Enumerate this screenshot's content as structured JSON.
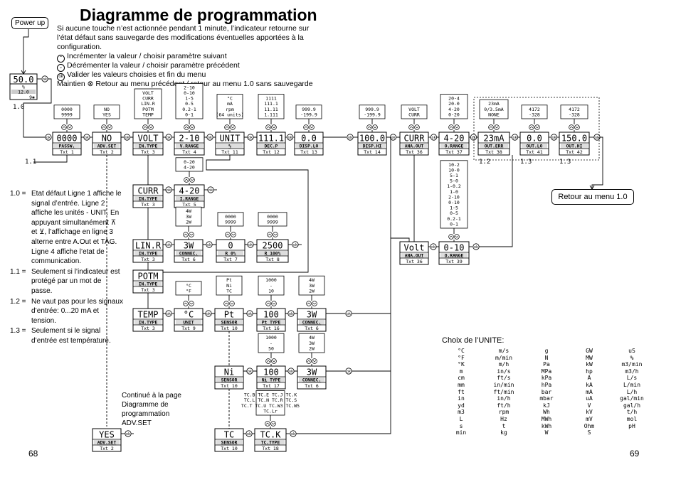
{
  "title": "Diagramme de programmation",
  "intro": [
    "Si aucune touche n’est actionnée pendant 1 minute, l’indicateur retourne sur",
    "l’état défaut sans sauvegarde des modifications éventuelles apportées à la",
    "configuration."
  ],
  "keys": {
    "up": "Incrémenter la valeur / choisir paramètre suivant",
    "down": "Décrémenter la valeur / choisir paramètre précédent",
    "ok": "Valider les valeurs choisies et fin du menu",
    "hold": "Maintien ⊗ Retour au menu précédent / retour au menu 1.0 sans sauvegarde"
  },
  "power_up": "Power up",
  "retour": "Retour au menu 1.0",
  "continue_note": "Continué à la page Diagramme de programmation ADV.SET",
  "notes": [
    {
      "key": "1.0 =",
      "text": "Etat défaut Ligne 1 affiche le signal d’entrée. Ligne 2 affiche les unités - UNIT. En appuyant simultanément ⊼ et ⊻, l’affichage en ligne 3 alterne entre A.Out et TAG. Ligne 4 affiche l’etat de communication."
    },
    {
      "key": "1.1 =",
      "text": "Seulement si l’indicateur est protégé par un mot de passe."
    },
    {
      "key": "1.2 =",
      "text": "Ne vaut pas pour les signaux d’entrée: 0...20 mA et tension."
    },
    {
      "key": "1.3 =",
      "text": "Seulement si le signal d’entrée est température."
    }
  ],
  "unites_title": "Choix de l’UNITE:",
  "unites": [
    [
      "°C",
      "°F",
      "°K",
      "m",
      "cm",
      "mm",
      "ft",
      "in",
      "yd",
      "m3",
      "L",
      "s",
      "min"
    ],
    [
      "m/s",
      "m/min",
      "m/h",
      "in/s",
      "ft/s",
      "in/min",
      "ft/min",
      "in/h",
      "ft/h",
      "rpm",
      "Hz",
      "t",
      "kg"
    ],
    [
      "g",
      "N",
      "Pa",
      "MPa",
      "kPa",
      "hPa",
      "bar",
      "mbar",
      "kJ",
      "Wh",
      "MWh",
      "kWh",
      "W"
    ],
    [
      "GW",
      "MW",
      "kW",
      "hp",
      "A",
      "kA",
      "mA",
      "uA",
      "V",
      "kV",
      "mV",
      "Ohm",
      "S"
    ],
    [
      "uS",
      "%",
      "m3/min",
      "m3/h",
      "L/s",
      "L/min",
      "L/h",
      "gal/min",
      "gal/h",
      "t/h",
      "mol",
      "pH",
      ""
    ]
  ],
  "page_left": "68",
  "page_right": "69",
  "ref_labels": {
    "r10": "1.0",
    "r11": "1.1",
    "r12": "1.2",
    "r13a": "1.3",
    "r13b": "1.3"
  },
  "default_display": {
    "value": "50.0",
    "unit": "%",
    "aout": "12.0",
    "comm": "9✱"
  },
  "menus": [
    {
      "id": "passw",
      "val": "0000",
      "lbl": "PASSW.",
      "txt": "Txt 1"
    },
    {
      "id": "advset",
      "val": "NO",
      "lbl": "ADV.SET",
      "txt": "Txt 2"
    },
    {
      "id": "volt",
      "val": "VOLT",
      "lbl": "IN.TYPE",
      "txt": "Txt 3"
    },
    {
      "id": "vrange",
      "val": "2-10",
      "lbl": "V.RANGE",
      "txt": "Txt 4"
    },
    {
      "id": "unit",
      "val": "UNIT",
      "lbl": "%",
      "txt": "Txt 11"
    },
    {
      "id": "decp",
      "val": "111.1",
      "lbl": "DEC.P",
      "txt": "Txt 12"
    },
    {
      "id": "displo",
      "val": "0.0",
      "lbl": "DISP.LO",
      "txt": "Txt 13"
    },
    {
      "id": "disphi",
      "val": "100.0",
      "lbl": "DISP.HI",
      "txt": "Txt 14"
    },
    {
      "id": "anaout",
      "val": "CURR",
      "lbl": "ANA.OUT",
      "txt": "Txt 36"
    },
    {
      "id": "orange",
      "val": "4-20",
      "lbl": "O.RANGE",
      "txt": "Txt 37"
    },
    {
      "id": "outerr",
      "val": "23mA",
      "lbl": "OUT.ERR",
      "txt": "Txt 38"
    },
    {
      "id": "outlo",
      "val": "0.0",
      "lbl": "OUT.LO",
      "txt": "Txt 41"
    },
    {
      "id": "outhi",
      "val": "150.0",
      "lbl": "OUT.HI",
      "txt": "Txt 42"
    },
    {
      "id": "curr",
      "val": "CURR",
      "lbl": "IN.TYPE",
      "txt": "Txt 3"
    },
    {
      "id": "irange",
      "val": "4-20",
      "lbl": "I.RANGE",
      "txt": "Txt 5"
    },
    {
      "id": "linr",
      "val": "LIN.R",
      "lbl": "IN.TYPE",
      "txt": "Txt 3"
    },
    {
      "id": "connec1",
      "val": "3W",
      "lbl": "CONNEC.",
      "txt": "Txt 6"
    },
    {
      "id": "r0",
      "val": "0",
      "lbl": "R 0%",
      "txt": "Txt 7"
    },
    {
      "id": "r100",
      "val": "2500",
      "lbl": "R 100%",
      "txt": "Txt 8"
    },
    {
      "id": "potm",
      "val": "POTM",
      "lbl": "IN.TYPE",
      "txt": "Txt 3"
    },
    {
      "id": "temp",
      "val": "TEMP",
      "lbl": "IN.TYPE",
      "txt": "Txt 3"
    },
    {
      "id": "tunit",
      "val": "°C",
      "lbl": "UNIT",
      "txt": "Txt 9"
    },
    {
      "id": "sensor1",
      "val": "Pt",
      "lbl": "SENSOR",
      "txt": "Txt 10"
    },
    {
      "id": "pttype",
      "val": "100",
      "lbl": "Pt TYPE",
      "txt": "Txt 16"
    },
    {
      "id": "connec2",
      "val": "3W",
      "lbl": "CONNEC.",
      "txt": "Txt 6"
    },
    {
      "id": "sensor2",
      "val": "Ni",
      "lbl": "SENSOR",
      "txt": "Txt 10"
    },
    {
      "id": "nitype",
      "val": "100",
      "lbl": "Ni TYPE",
      "txt": "Txt 17"
    },
    {
      "id": "connec3",
      "val": "3W",
      "lbl": "CONNEC.",
      "txt": "Txt 6"
    },
    {
      "id": "sensor3",
      "val": "TC",
      "lbl": "SENSOR",
      "txt": "Txt 10"
    },
    {
      "id": "tctype",
      "val": "TC.K",
      "lbl": "TC.TYPE",
      "txt": "Txt 18"
    },
    {
      "id": "advyes",
      "val": "YES",
      "lbl": "ADV.SET",
      "txt": "Txt 2"
    },
    {
      "id": "volt2",
      "val": "Volt",
      "lbl": "ANA.OUT",
      "txt": "Txt 36"
    },
    {
      "id": "orange2",
      "val": "0-10",
      "lbl": "O.RANGE",
      "txt": "Txt 39"
    }
  ],
  "options": {
    "passw": [
      "0000",
      "9999"
    ],
    "advset": [
      "NO",
      "YES"
    ],
    "volt": [
      "VOLT",
      "CURR",
      "LIN.R",
      "POTM",
      "TEMP"
    ],
    "vrange": [
      "2-10",
      "0-10",
      "1-5",
      "0-5",
      "0.2-1",
      "0-1"
    ],
    "unit": [
      "°C",
      "mA",
      "rpm",
      "(64 units)"
    ],
    "decp": [
      "1111",
      "111.1",
      "11.11",
      "1.111"
    ],
    "displo": [
      "999.9",
      "-199.9"
    ],
    "disphi": [
      "999.9",
      "-199.9"
    ],
    "anaout": [
      "VOLT",
      "CURR"
    ],
    "orange": [
      "20-4",
      "20-0",
      "4-20",
      "0-20"
    ],
    "outerr": [
      "23mA",
      "0/3.5mA",
      "NONE"
    ],
    "outlo": [
      "4172",
      "-328"
    ],
    "outhi": [
      "4172",
      "-328"
    ],
    "irange": [
      "0-20",
      "4-20"
    ],
    "connec1": [
      "4W",
      "3W",
      "2W"
    ],
    "r0": [
      "0000",
      "9999"
    ],
    "r100": [
      "0000",
      "9999"
    ],
    "tunit": [
      "°C",
      "°F"
    ],
    "sensor1": [
      "Pt",
      "Ni",
      "TC"
    ],
    "pttype": [
      "1000",
      "-",
      "10"
    ],
    "connec2": [
      "4W",
      "3W",
      "2W"
    ],
    "nitype": [
      "1000",
      "-",
      "50"
    ],
    "connec3": [
      "4W",
      "3W",
      "2W"
    ],
    "tctype": [
      "TC.B TC.E TC.J TC.K",
      "TC.L TC.N TC.R TC.S",
      "TC.T TC.U TC.W3 TC.W5",
      "TC.Lr"
    ],
    "orange2": [
      "10-2",
      "10-0",
      "5-1",
      "5-0",
      "1-0.2",
      "1-0",
      "2-10",
      "0-10",
      "1-5",
      "0-5",
      "0.2-1",
      "0-1"
    ]
  }
}
